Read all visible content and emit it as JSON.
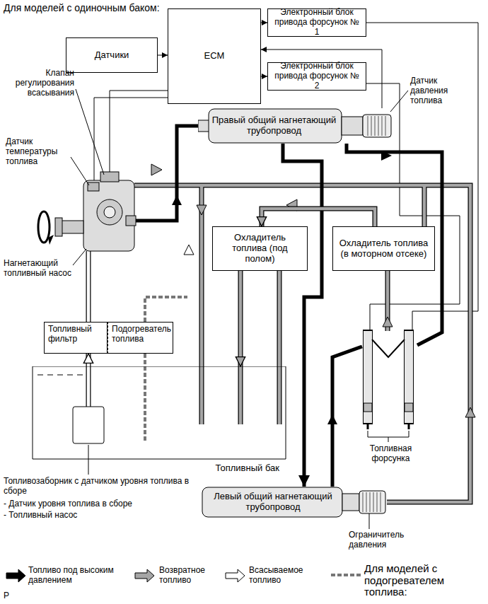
{
  "diagram": {
    "title": "Для моделей с одиночным баком:",
    "nodes": [
      {
        "text": [
          "Датчики"
        ]
      },
      {
        "text": [
          "ECM"
        ]
      },
      {
        "text": [
          "Электронный блок привода форсунок № 1"
        ]
      },
      {
        "text": [
          "Электронный блок привода форсунок № 2"
        ]
      },
      {
        "text": [
          "Правый общий нагнетающий трубопровод"
        ]
      },
      {
        "text": [
          "Охладитель топлива (под полом)"
        ]
      },
      {
        "text": [
          "Охладитель топлива (в моторном отсеке)"
        ]
      },
      {
        "text": [
          "Топливный фильтр"
        ]
      },
      {
        "text": [
          "Подогреватель топлива"
        ]
      },
      {
        "text": [
          "Топливный бак"
        ]
      },
      {
        "text": [
          "Левый общий нагнетающий трубопровод"
        ]
      }
    ],
    "edges": [
      {
        "from": 0,
        "to": 1,
        "arrow": "to"
      },
      {
        "from": 1,
        "to": 2,
        "arrow": "to"
      },
      {
        "from": 1,
        "to": 3,
        "arrow": "to"
      },
      {
        "from": 4,
        "to": 1,
        "arrow": "to"
      },
      {
        "from": 4,
        "to": 10,
        "arrow": "to"
      },
      {
        "from": 6,
        "to": 5,
        "arrow": "to"
      },
      {
        "from": 5,
        "to": 9,
        "arrow": "to"
      },
      {
        "from": 9,
        "to": 7,
        "arrow": "to"
      }
    ],
    "labels": [
      "Клапан регулирования всасывания",
      "Датчик температуры топлива",
      "Нагнетающий топливный насос",
      "Датчик давления топлива",
      "Топливная форсунка",
      "Топливозаборник с датчиком уровня топлива в сборе",
      "- Датчик уровня топлива в сборе",
      "- Топливный насос",
      "Ограничитель давления",
      "P"
    ],
    "legend": [
      {
        "text": "Топливо под высоким давлением",
        "color": "#000000"
      },
      {
        "text": "Возвратное топливо",
        "color": "#a6a6a6"
      },
      {
        "text": "Всасываемое топливо",
        "color": "#ffffff"
      },
      {
        "text": "Для моделей с подогревателем топлива:"
      }
    ]
  }
}
